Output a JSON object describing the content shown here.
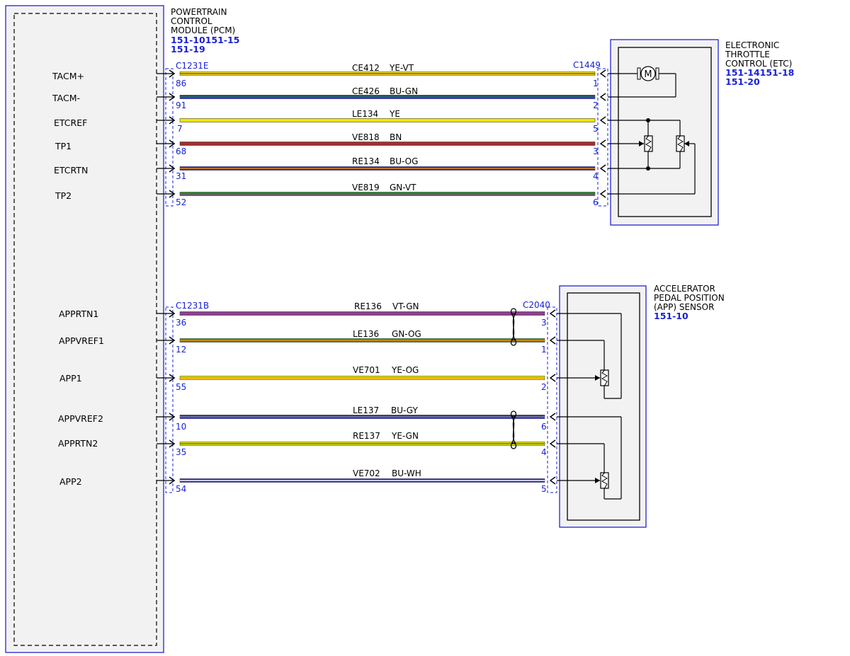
{
  "colors": {
    "YE": "#f2e600",
    "VT": "#9c2f9c",
    "BU": "#1f1fd0",
    "GN": "#2f8a2f",
    "BN": "#a12f2f",
    "OG": "#f08a00",
    "GY": "#8a8a8a",
    "WH": "#ffffff",
    "frame": "#2424d6",
    "pin": "#1a22d6"
  },
  "pcm": {
    "title": [
      "POWERTRAIN",
      "CONTROL",
      "MODULE (PCM)"
    ],
    "refs": [
      "151-10151-15",
      "151-19"
    ]
  },
  "etc": {
    "title": [
      "ELECTRONIC",
      "THROTTLE",
      "CONTROL (ETC)"
    ],
    "refs": [
      "151-14151-18",
      "151-20"
    ],
    "motor_label": "M"
  },
  "app": {
    "title": [
      "ACCELERATOR",
      "PEDAL POSITION",
      "(APP) SENSOR"
    ],
    "refs": [
      "151-10"
    ]
  },
  "connectors": {
    "c1231e": "C1231E",
    "c1449": "C1449",
    "c1231b": "C1231B",
    "c2040": "C2040"
  },
  "wires_top": [
    {
      "signal": "TACM+",
      "circuit": "CE412",
      "color_code": "YE-VT",
      "pcm_pin": "86",
      "dev_pin": "1",
      "base": "YE",
      "stripe": "VT"
    },
    {
      "signal": "TACM-",
      "circuit": "CE426",
      "color_code": "BU-GN",
      "pcm_pin": "91",
      "dev_pin": "2",
      "base": "BU",
      "stripe": "GN"
    },
    {
      "signal": "ETCREF",
      "circuit": "LE134",
      "color_code": "YE",
      "pcm_pin": "7",
      "dev_pin": "5",
      "base": "YE",
      "stripe": ""
    },
    {
      "signal": "TP1",
      "circuit": "VE818",
      "color_code": "BN",
      "pcm_pin": "68",
      "dev_pin": "3",
      "base": "BN",
      "stripe": ""
    },
    {
      "signal": "ETCRTN",
      "circuit": "RE134",
      "color_code": "BU-OG",
      "pcm_pin": "31",
      "dev_pin": "4",
      "base": "BU",
      "stripe": "OG"
    },
    {
      "signal": "TP2",
      "circuit": "VE819",
      "color_code": "GN-VT",
      "pcm_pin": "52",
      "dev_pin": "6",
      "base": "GN",
      "stripe": "VT"
    }
  ],
  "wires_bottom": [
    {
      "signal": "APPRTN1",
      "circuit": "RE136",
      "color_code": "VT-GN",
      "pcm_pin": "36",
      "dev_pin": "3",
      "base": "VT",
      "stripe": "GN"
    },
    {
      "signal": "APPVREF1",
      "circuit": "LE136",
      "color_code": "GN-OG",
      "pcm_pin": "12",
      "dev_pin": "1",
      "base": "GN",
      "stripe": "OG"
    },
    {
      "signal": "APP1",
      "circuit": "VE701",
      "color_code": "YE-OG",
      "pcm_pin": "55",
      "dev_pin": "2",
      "base": "YE",
      "stripe": "OG"
    },
    {
      "signal": "APPVREF2",
      "circuit": "LE137",
      "color_code": "BU-GY",
      "pcm_pin": "10",
      "dev_pin": "6",
      "base": "BU",
      "stripe": "GY"
    },
    {
      "signal": "APPRTN2",
      "circuit": "RE137",
      "color_code": "YE-GN",
      "pcm_pin": "35",
      "dev_pin": "4",
      "base": "YE",
      "stripe": "GN"
    },
    {
      "signal": "APP2",
      "circuit": "VE702",
      "color_code": "BU-WH",
      "pcm_pin": "54",
      "dev_pin": "5",
      "base": "BU",
      "stripe": "WH"
    }
  ]
}
